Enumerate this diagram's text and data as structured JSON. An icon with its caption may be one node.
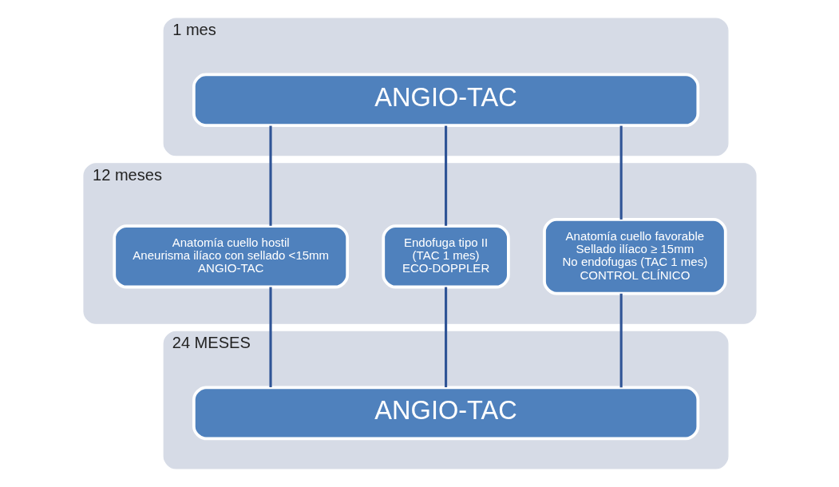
{
  "diagram": {
    "nodes": [
      {
        "text": [
          "1 mes"
        ]
      },
      {
        "text": [
          "ANGIO-TAC"
        ],
        "in": 0
      },
      {
        "text": [
          "12 meses"
        ]
      },
      {
        "text": [
          "Anatomía cuello favorable",
          "Sellado ilíaco ≥ 15mm",
          "No endofugas (TAC 1 mes)",
          "CONTROL CLÍNICO"
        ],
        "in": 2
      },
      {
        "text": [
          "Endofuga tipo II",
          "(TAC 1 mes)",
          "ECO-DOPPLER"
        ],
        "in": 2
      },
      {
        "text": [
          "Anatomía cuello hostil",
          "Aneurisma ilíaco con sellado <15mm",
          "ANGIO-TAC"
        ],
        "in": 2
      },
      {
        "text": [
          "24 MESES"
        ]
      },
      {
        "text": [
          "ANGIO-TAC"
        ],
        "in": 6
      }
    ],
    "edges": [
      {
        "from": 1,
        "to": 3,
        "arrow": "none"
      },
      {
        "from": 1,
        "to": 4,
        "arrow": "none"
      },
      {
        "from": 1,
        "to": 5,
        "arrow": "none"
      },
      {
        "from": 3,
        "to": 7,
        "arrow": "none"
      },
      {
        "from": 4,
        "to": 7,
        "arrow": "none"
      },
      {
        "from": 5,
        "to": 7,
        "arrow": "none"
      }
    ]
  }
}
